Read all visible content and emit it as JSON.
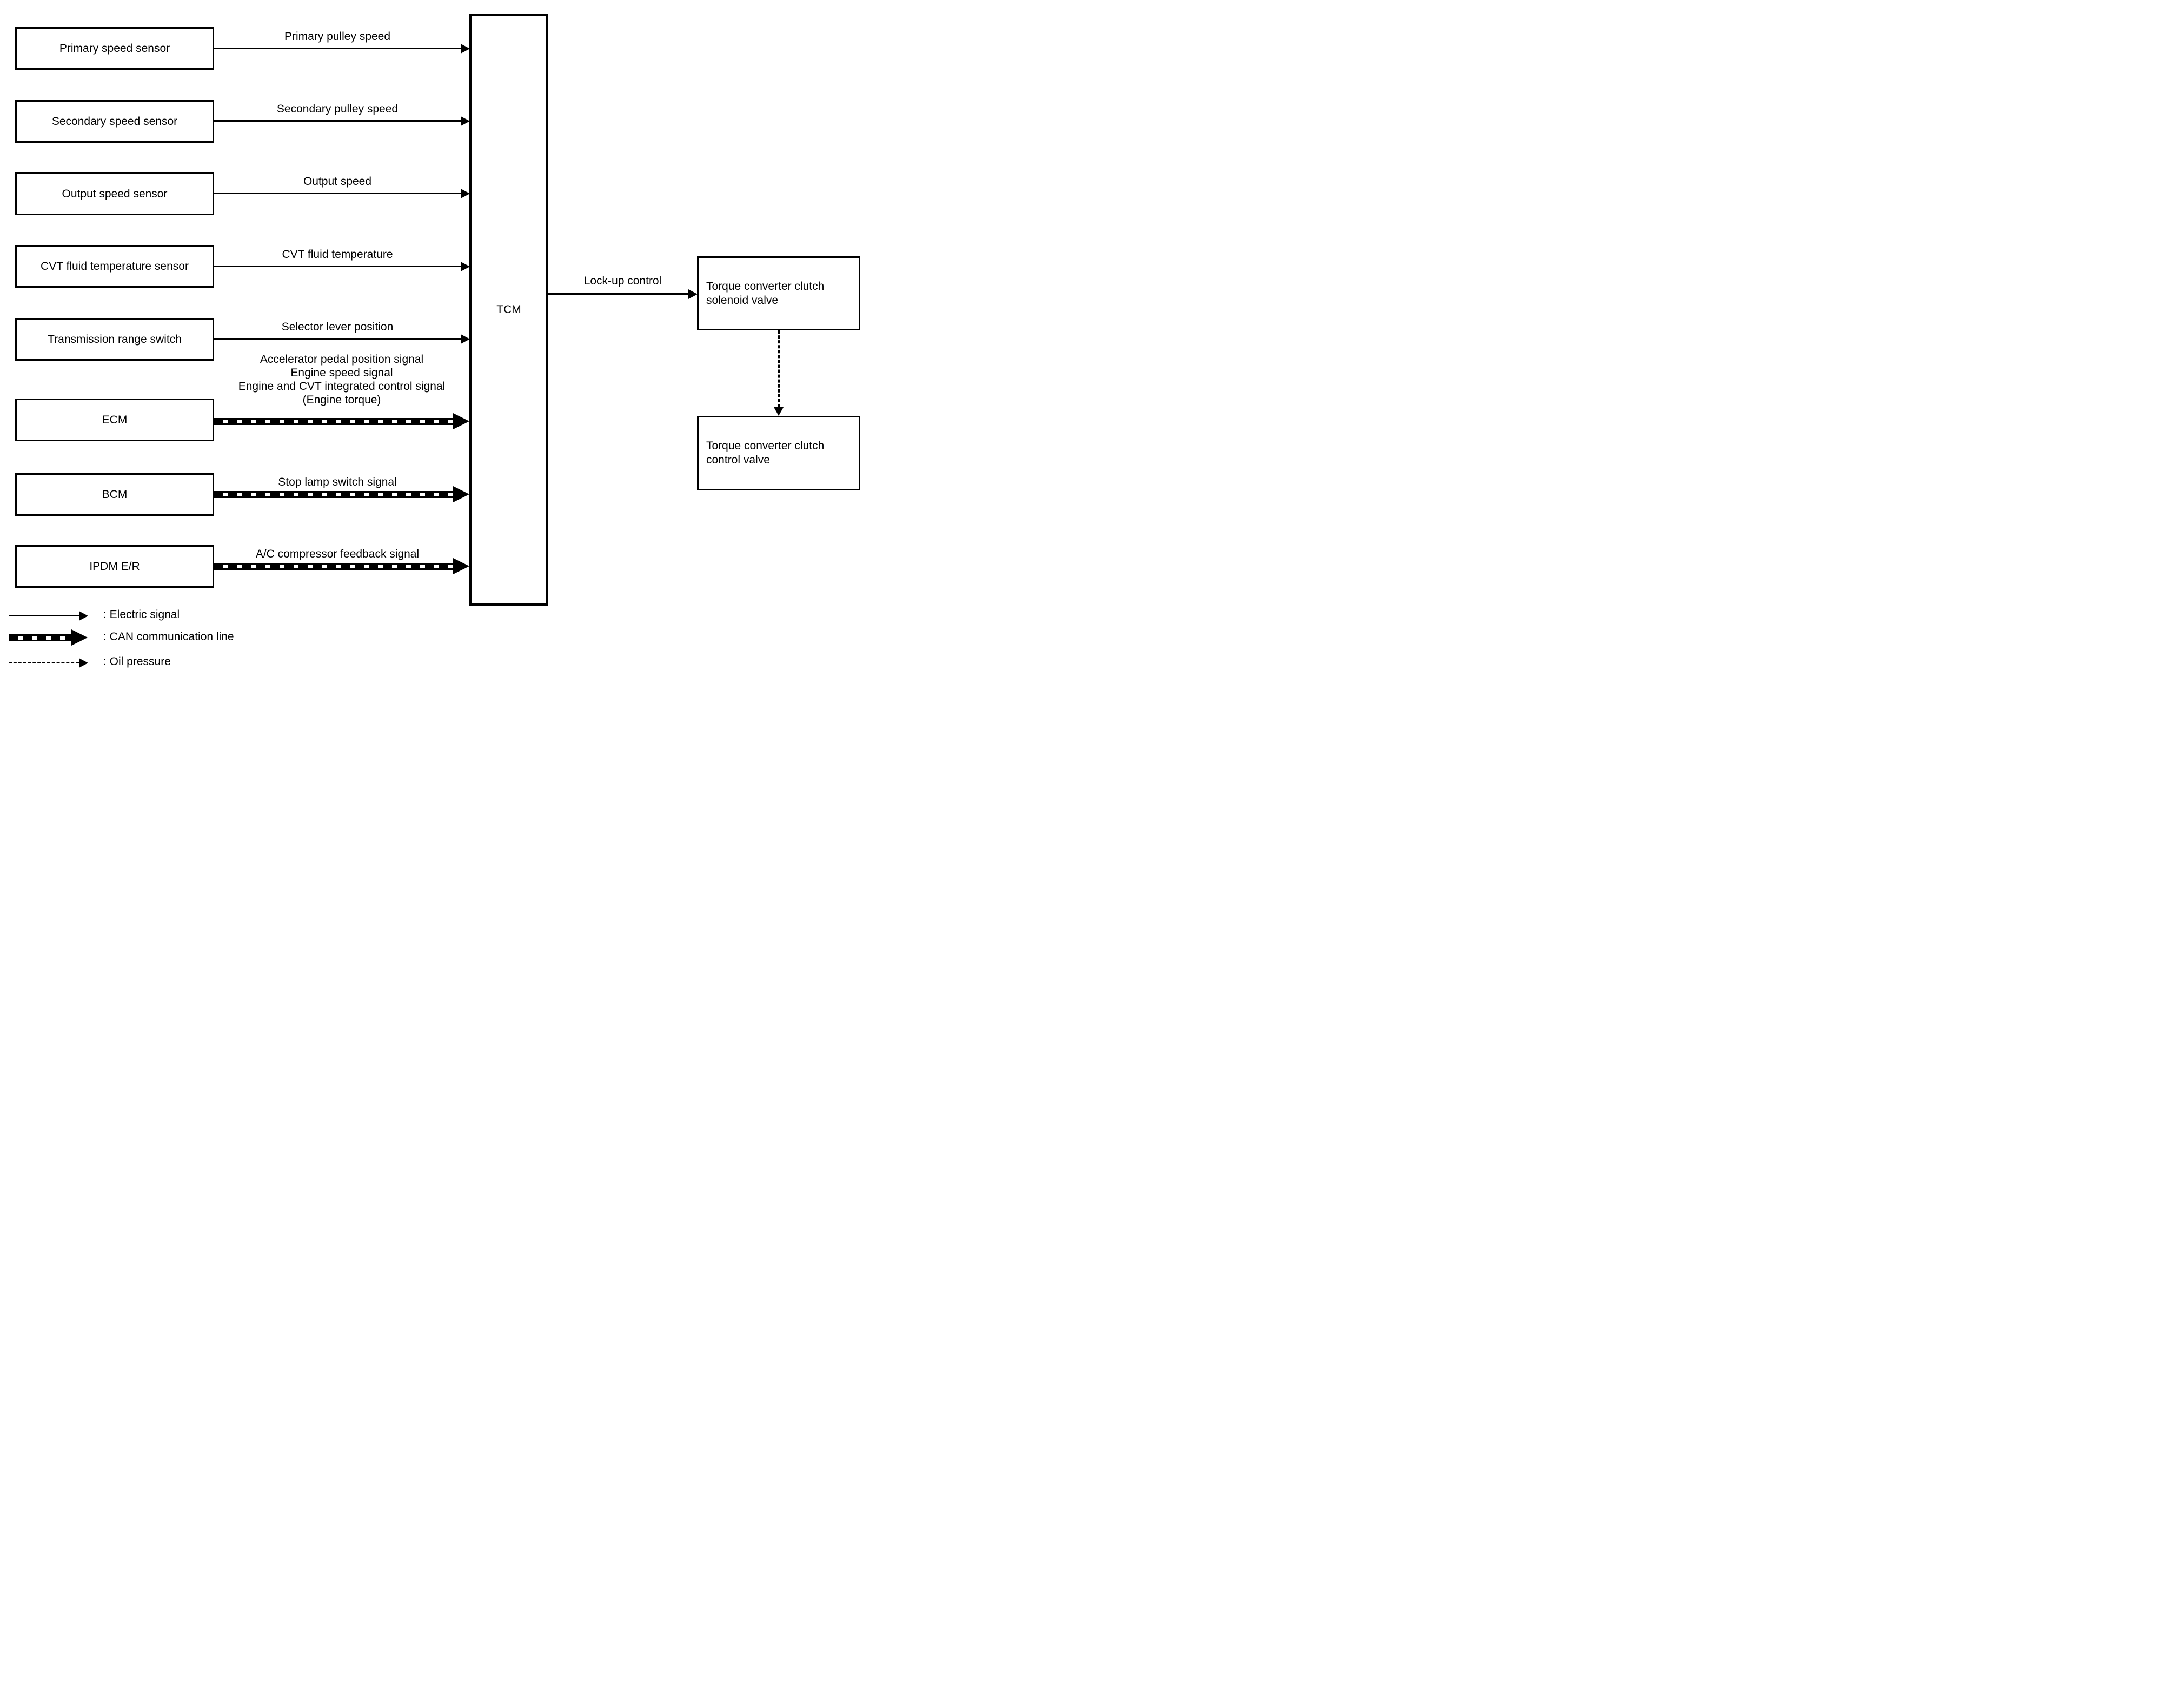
{
  "diagram": {
    "title_node": "TCM",
    "colors": {
      "ink": "#000000",
      "background": "#ffffff"
    },
    "rows": [
      {
        "label": "Primary speed sensor",
        "signal": "Primary pulley speed",
        "line_type": "electric"
      },
      {
        "label": "Secondary speed sensor",
        "signal": "Secondary pulley speed",
        "line_type": "electric"
      },
      {
        "label": "Output speed sensor",
        "signal": "Output speed",
        "line_type": "electric"
      },
      {
        "label": "CVT fluid temperature sensor",
        "signal": "CVT fluid temperature",
        "line_type": "electric"
      },
      {
        "label": "Transmission range switch",
        "signal": "Selector lever position",
        "line_type": "electric"
      },
      {
        "label": "ECM",
        "signal_lines": [
          "Accelerator pedal position signal",
          "Engine speed signal",
          "Engine and CVT integrated control signal",
          "(Engine torque)"
        ],
        "line_type": "can"
      },
      {
        "label": "BCM",
        "signal": "Stop lamp switch signal",
        "line_type": "can"
      },
      {
        "label": "IPDM E/R",
        "signal": "A/C compressor feedback signal",
        "line_type": "can"
      }
    ],
    "output": {
      "signal": "Lock-up control",
      "solenoid_valve": {
        "line1": "Torque converter clutch",
        "line2": "solenoid valve"
      },
      "control_valve": {
        "line1": "Torque converter clutch",
        "line2": "control valve"
      },
      "valve_link_type": "oil"
    },
    "legend": [
      {
        "symbol": "electric-signal-arrow",
        "label": ": Electric signal"
      },
      {
        "symbol": "can-communication-arrow",
        "label": ": CAN communication line"
      },
      {
        "symbol": "oil-pressure-arrow",
        "label": ": Oil pressure"
      }
    ]
  }
}
